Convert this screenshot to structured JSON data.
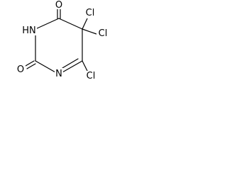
{
  "structure": {
    "atoms": {
      "o_top": "O",
      "nh": "HN",
      "cl_upper": "Cl",
      "cl_right": "Cl",
      "cl_lower": "Cl",
      "o_bottom": "O",
      "n_ring": "N"
    }
  }
}
